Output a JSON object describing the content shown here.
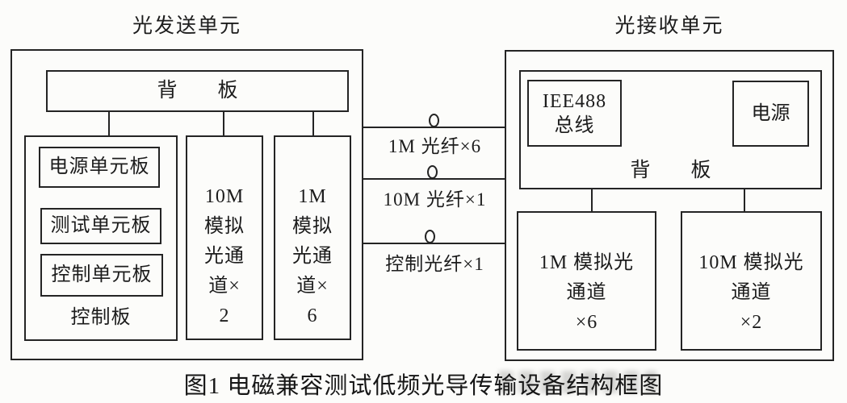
{
  "figure": {
    "caption": "图1  电磁兼容测试低频光导传输设备结构框图"
  },
  "tx": {
    "title": "光发送单元",
    "backplane_label": "背　　板",
    "group": {
      "label": "控制板",
      "boards": [
        "电源单元板",
        "测试单元板",
        "控制单元板"
      ]
    },
    "ch10m": {
      "lines": [
        "10M",
        "模拟",
        "光通",
        "道×",
        "2"
      ]
    },
    "ch1m": {
      "lines": [
        "1M",
        "模拟",
        "光通",
        "道×",
        "6"
      ]
    }
  },
  "links": [
    {
      "label": "1M 光纤×6"
    },
    {
      "label": "10M 光纤×1"
    },
    {
      "label": "控制光纤×1"
    }
  ],
  "rx": {
    "title": "光接收单元",
    "backplane_label": "背　　板",
    "bus": {
      "lines": [
        "IEE488",
        "总线"
      ]
    },
    "power_label": "电源",
    "ch1m": {
      "lines": [
        "1M 模拟光",
        "通道",
        "×6"
      ]
    },
    "ch10m": {
      "lines": [
        "10M 模拟光",
        "通道",
        "×2"
      ]
    }
  },
  "colors": {
    "paper": "#fcfcfa",
    "ink": "#242424"
  }
}
